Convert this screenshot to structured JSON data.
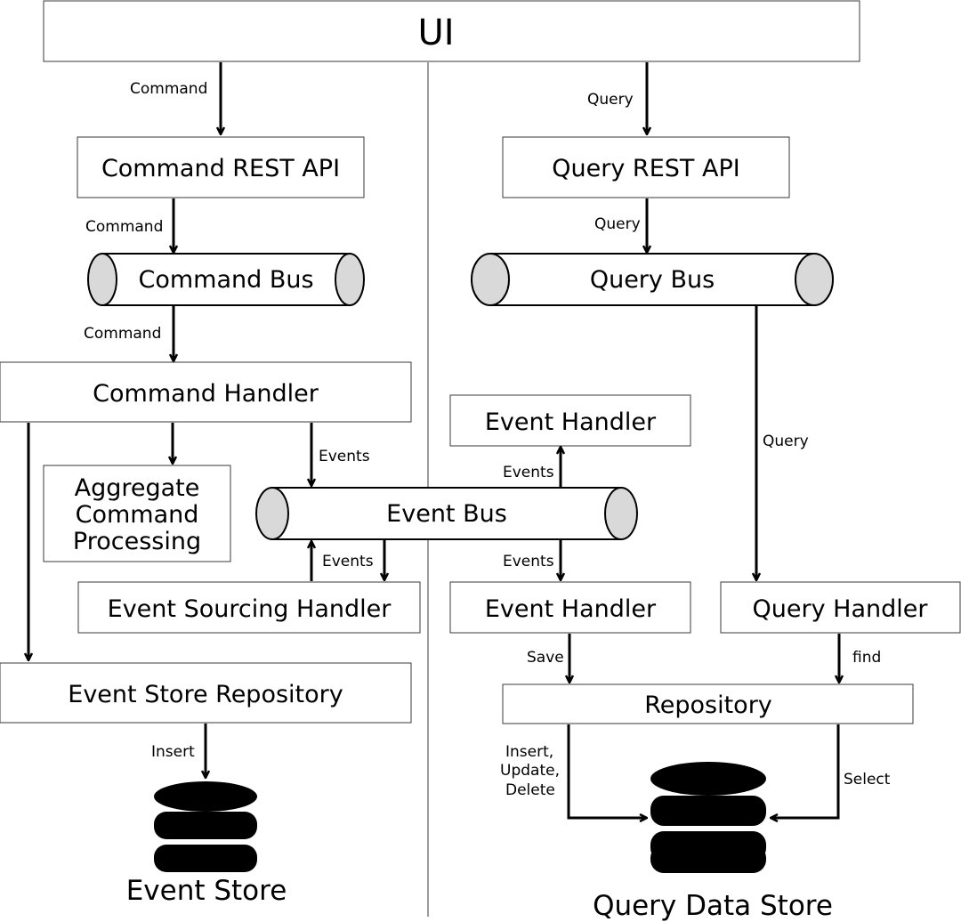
{
  "ui": {
    "label": "UI"
  },
  "left": {
    "command_rest_api": "Command REST API",
    "command_bus": "Command Bus",
    "command_handler": "Command  Handler",
    "aggregate": [
      "Aggregate",
      "Command",
      "Processing"
    ],
    "event_sourcing_handler": "Event Sourcing  Handler",
    "event_store_repository": "Event Store Repository",
    "event_store": "Event Store"
  },
  "middle": {
    "event_bus": "Event Bus",
    "event_handler_top": "Event Handler",
    "event_handler_bottom": "Event Handler"
  },
  "right": {
    "query_rest_api": "Query REST API",
    "query_bus": "Query Bus",
    "query_handler": "Query Handler",
    "repository": "Repository",
    "query_data_store": "Query Data Store"
  },
  "edges": {
    "ui_to_command_api": "Command",
    "command_api_to_bus": "Command",
    "command_bus_to_handler": "Command",
    "handler_to_event_bus": "Events",
    "event_bus_to_sourcing": "Events",
    "event_bus_to_top_handler": "Events",
    "event_bus_to_bottom_handler": "Events",
    "ui_to_query_api": "Query",
    "query_api_to_bus": "Query",
    "query_bus_to_handler": "Query",
    "event_handler_save": "Save",
    "query_handler_find": "find",
    "repo_to_store_write": [
      "Insert,",
      "Update,",
      "Delete"
    ],
    "repo_to_store_select": "Select",
    "repo_insert": "Insert"
  }
}
